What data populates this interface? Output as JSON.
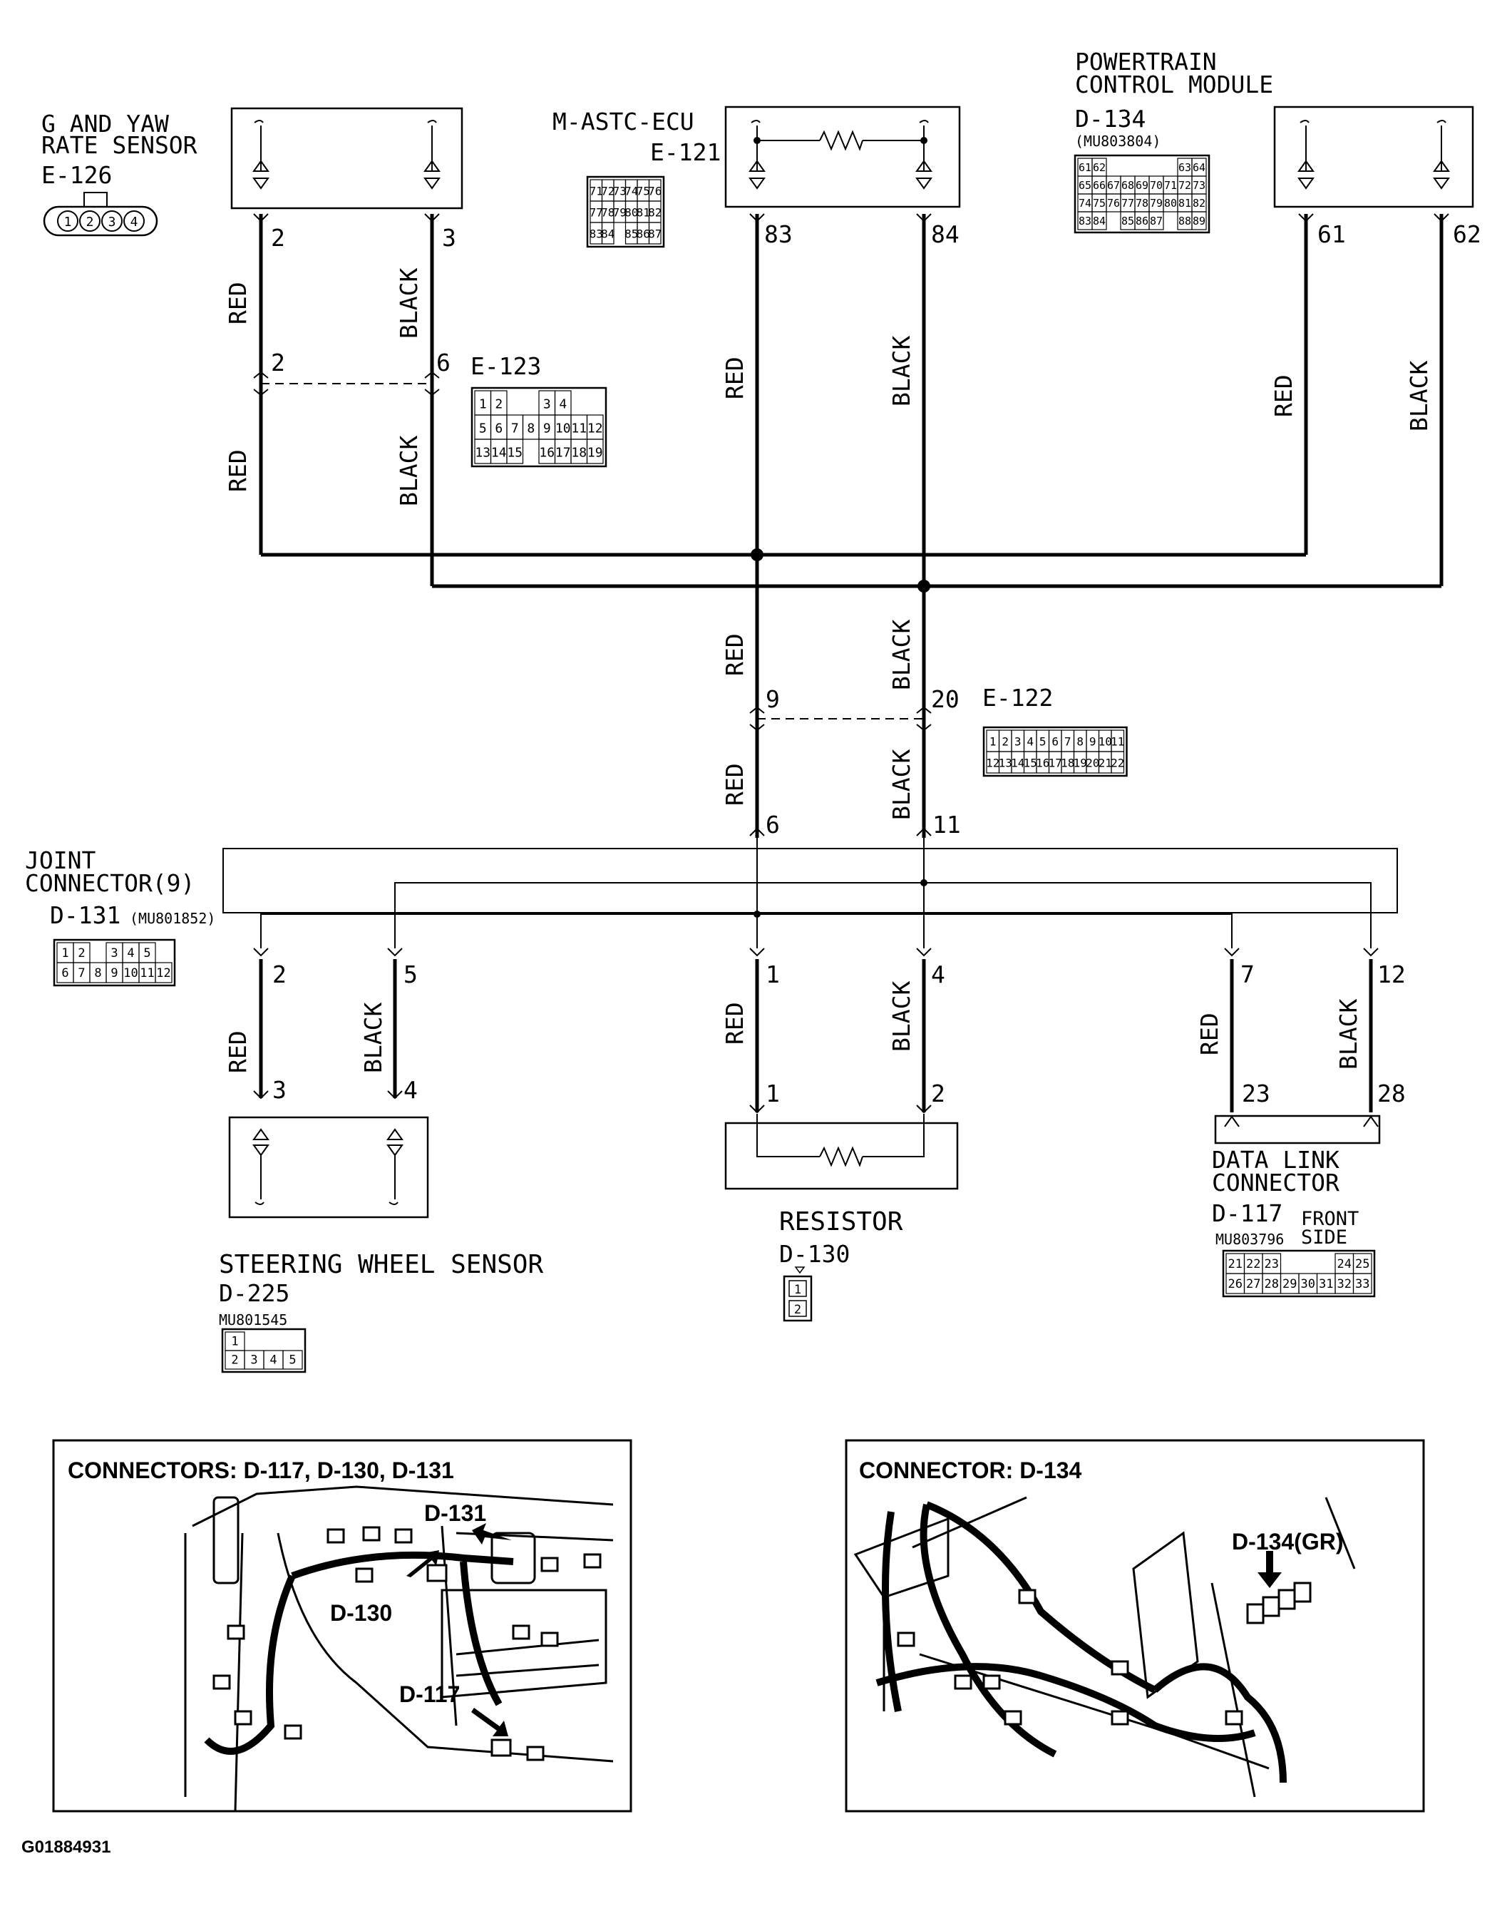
{
  "components": {
    "g_yaw": {
      "name_l1": "G AND YAW",
      "name_l2": "RATE SENSOR",
      "conn": "E-126",
      "pins": [
        "1",
        "2",
        "3",
        "4"
      ]
    },
    "astc": {
      "name": "M-ASTC-ECU",
      "conn": "E-121",
      "rows": [
        [
          "71",
          "72",
          "73",
          "74",
          "75",
          "76"
        ],
        [
          "77",
          "78",
          "79",
          "80",
          "81",
          "82"
        ],
        [
          "83",
          "84",
          "",
          "85",
          "86",
          "87"
        ]
      ]
    },
    "pcm": {
      "name_l1": "POWERTRAIN",
      "name_l2": "CONTROL MODULE",
      "conn": "D-134",
      "part": "(MU803804)",
      "rows": [
        [
          "61",
          "62",
          "",
          "",
          "",
          "",
          "",
          "63",
          "64"
        ],
        [
          "65",
          "66",
          "67",
          "68",
          "69",
          "70",
          "71",
          "72",
          "73"
        ],
        [
          "74",
          "75",
          "76",
          "77",
          "78",
          "79",
          "80",
          "81",
          "82"
        ],
        [
          "83",
          "84",
          "",
          "85",
          "86",
          "87",
          "",
          "88",
          "89"
        ]
      ]
    },
    "e123": {
      "conn": "E-123",
      "rows": [
        [
          "1",
          "2",
          "",
          "",
          "3",
          "4"
        ],
        [
          "5",
          "6",
          "7",
          "8",
          "9",
          "10",
          "11",
          "12"
        ],
        [
          "13",
          "14",
          "15",
          "",
          "16",
          "17",
          "18",
          "19"
        ]
      ]
    },
    "e122": {
      "conn": "E-122",
      "rows": [
        [
          "1",
          "2",
          "3",
          "4",
          "5",
          "6",
          "7",
          "8",
          "9",
          "10",
          "11"
        ],
        [
          "12",
          "13",
          "14",
          "15",
          "16",
          "17",
          "18",
          "19",
          "20",
          "21",
          "22"
        ]
      ]
    },
    "joint": {
      "name_l1": "JOINT",
      "name_l2": "CONNECTOR(9)",
      "conn": "D-131",
      "part": "(MU801852)",
      "rows": [
        [
          "1",
          "2",
          "",
          "3",
          "4",
          "5"
        ],
        [
          "6",
          "7",
          "8",
          "9",
          "10",
          "11",
          "12"
        ]
      ]
    },
    "steer": {
      "name": "STEERING WHEEL SENSOR",
      "conn": "D-225",
      "part": "MU801545",
      "rows": [
        [
          "1",
          "",
          "",
          ""
        ],
        [
          "2",
          "3",
          "4",
          "5"
        ]
      ]
    },
    "resistor": {
      "name": "RESISTOR",
      "conn": "D-130",
      "pins": [
        "1",
        "2"
      ]
    },
    "dlc": {
      "name_l1": "DATA LINK",
      "name_l2": "CONNECTOR",
      "conn": "D-117",
      "side_l1": "FRONT",
      "side_l2": "SIDE",
      "part": "MU803796",
      "rows": [
        [
          "21",
          "22",
          "23",
          "",
          "",
          "",
          "24",
          "25"
        ],
        [
          "26",
          "27",
          "28",
          "29",
          "30",
          "31",
          "32",
          "33"
        ]
      ]
    }
  },
  "wire_colors": {
    "red": "RED",
    "black": "BLACK"
  },
  "pin_labels": {
    "g2": "2",
    "g3": "3",
    "e123_2": "2",
    "e123_6": "6",
    "a83": "83",
    "a84": "84",
    "p61": "61",
    "p62": "62",
    "e122_9": "9",
    "e122_20": "20",
    "j6": "6",
    "j11": "11",
    "j2": "2",
    "j5": "5",
    "j1": "1",
    "j4": "4",
    "j7": "7",
    "j12": "12",
    "s3": "3",
    "s4": "4",
    "r1": "1",
    "r2": "2",
    "d23": "23",
    "d28": "28"
  },
  "locators": [
    {
      "title": "CONNECTORS: D-117, D-130, D-131",
      "labels": [
        "D-131",
        "D-130",
        "D-117"
      ]
    },
    {
      "title": "CONNECTOR: D-134",
      "labels": [
        "D-134(GR)"
      ]
    }
  ],
  "figure_id": "G01884931"
}
